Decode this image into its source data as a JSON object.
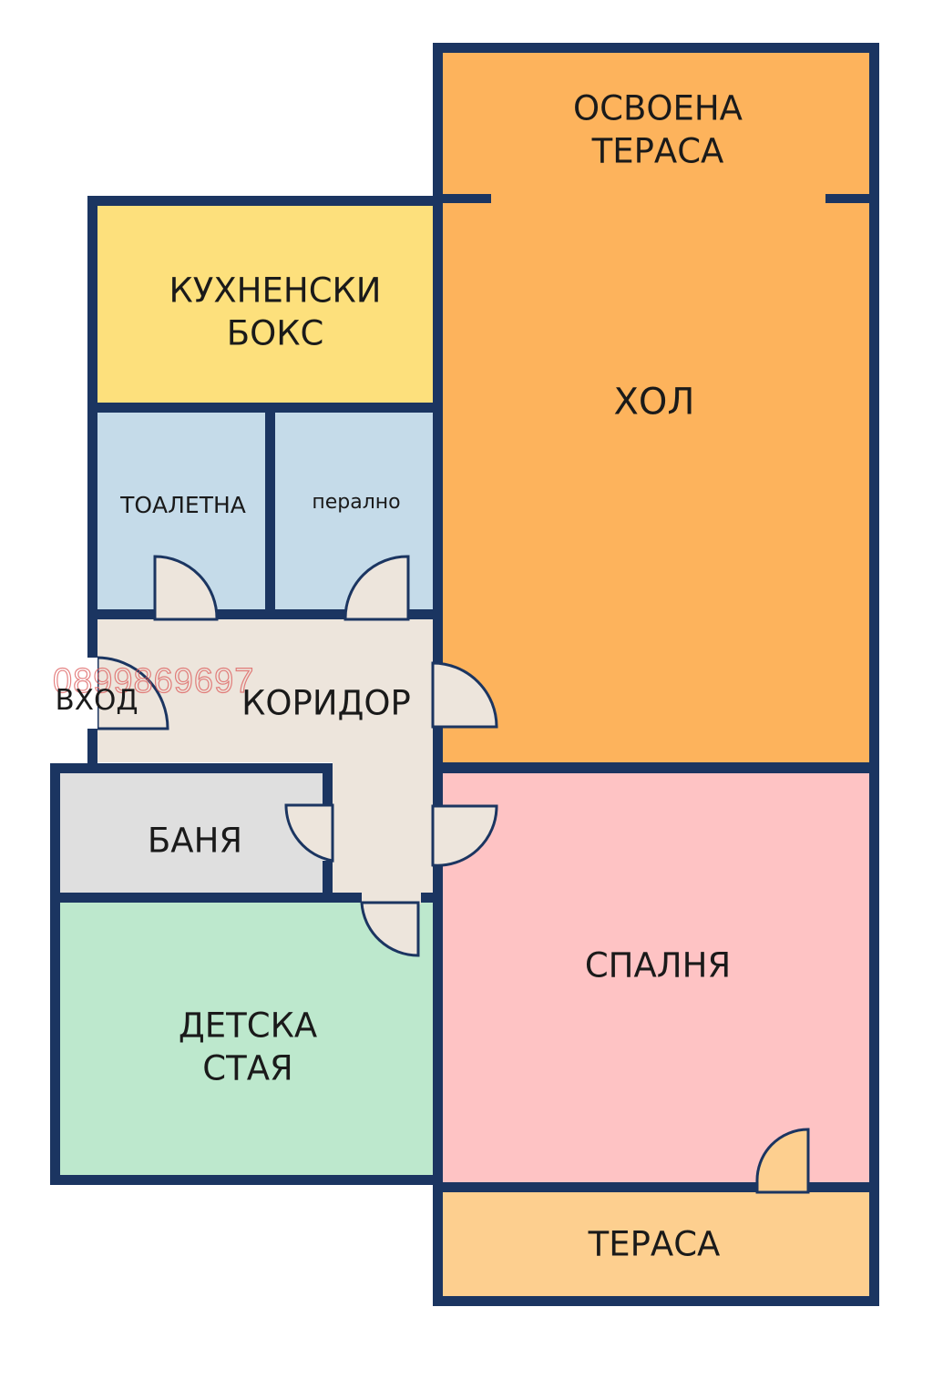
{
  "plan": {
    "colors": {
      "wall": "#1b3561",
      "hol": "#fdb35c",
      "osvoena_terasa": "#fdb35c",
      "kitchen": "#fde07c",
      "toilet": "#c5dbe9",
      "laundry": "#c5dbe9",
      "corridor": "#ede5dc",
      "bath": "#dfdfdf",
      "kids_room": "#bde8cd",
      "bedroom": "#fec3c4",
      "terrace": "#fdcf8f"
    },
    "rooms": {
      "osvoena_terasa": {
        "line1": "ОСВОЕНА",
        "line2": "ТЕРАСА"
      },
      "kitchen": {
        "line1": "КУХНЕНСКИ",
        "line2": "БОКС"
      },
      "hol": {
        "label": "ХОЛ"
      },
      "toilet": {
        "label": "ТОАЛЕТНА"
      },
      "laundry": {
        "label": "перално"
      },
      "entrance": {
        "label": "ВХОД"
      },
      "corridor": {
        "label": "КОРИДОР"
      },
      "bath": {
        "label": "БАНЯ"
      },
      "kids_room": {
        "line1": "ДЕТСКА",
        "line2": "СТАЯ"
      },
      "bedroom": {
        "label": "СПАЛНЯ"
      },
      "terrace": {
        "label": "ТЕРАСА"
      }
    },
    "watermark": "0899869697"
  }
}
